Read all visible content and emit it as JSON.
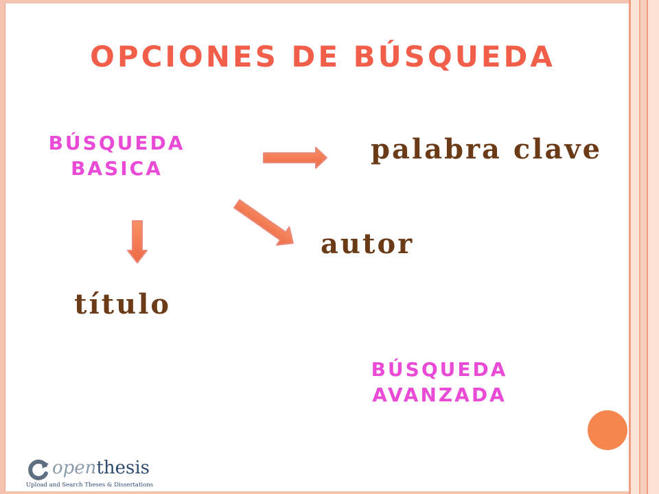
{
  "slide": {
    "title": "OPCIONES DE BÚSQUEDA",
    "basic_search_label": "BÚSQUEDA\nBASICA",
    "advanced_search_label": "BÚSQUEDA\nAVANZADA",
    "options": {
      "keyword": "palabra clave",
      "author": "autor",
      "title": "título"
    }
  },
  "logo": {
    "open": "open",
    "thesis": "thesis",
    "tagline": "Upload and Search Theses & Dissertations"
  },
  "colors": {
    "title": "#f15f4b",
    "pink_label": "#e94bd6",
    "brown_term": "#6b3a17",
    "arrow_fill": "#f47b52",
    "arrow_outline": "#e8897a",
    "accent_circle": "#f5864e"
  }
}
